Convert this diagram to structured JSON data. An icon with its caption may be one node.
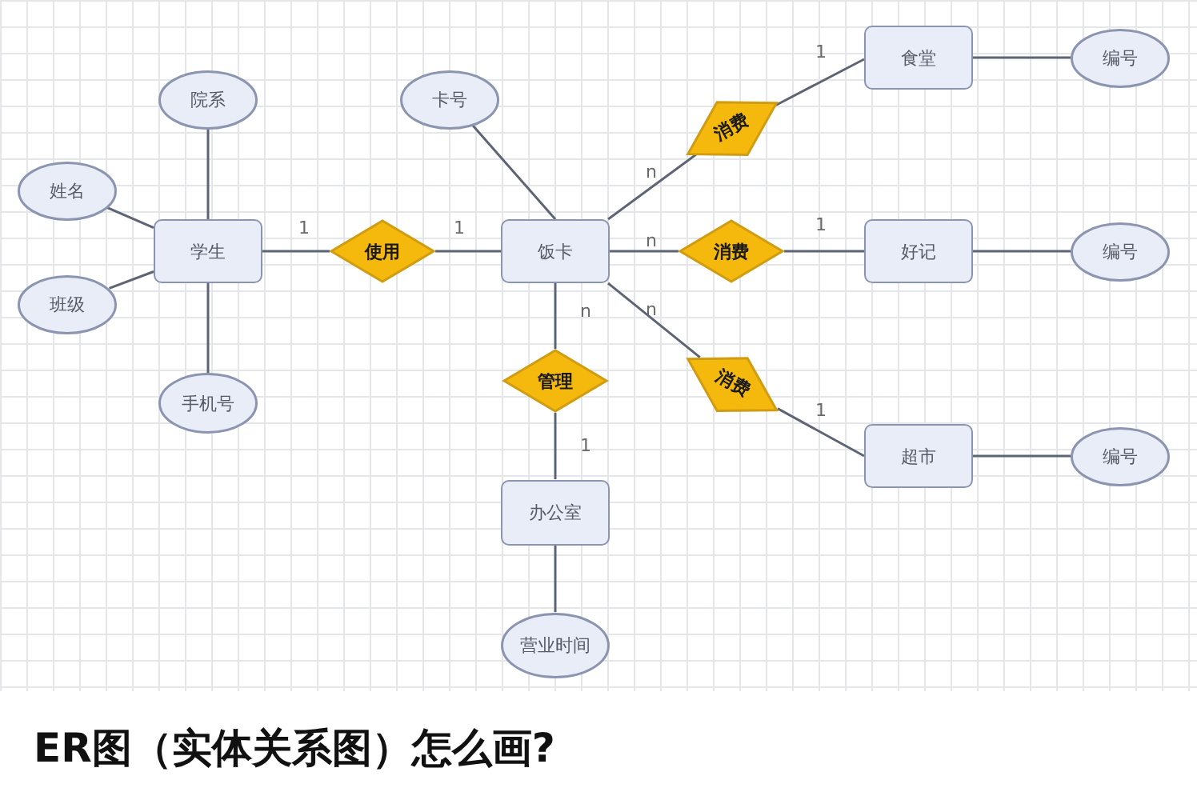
{
  "diagram": {
    "title": "ER图（实体关系图）怎么画?",
    "nodes": [
      {
        "text": [
          "院系"
        ]
      },
      {
        "text": [
          "卡号"
        ]
      },
      {
        "text": [
          "食堂"
        ]
      },
      {
        "text": [
          "编号"
        ]
      },
      {
        "text": [
          "消费"
        ]
      },
      {
        "text": [
          "姓名"
        ]
      },
      {
        "text": [
          "学生"
        ]
      },
      {
        "text": [
          "使用"
        ]
      },
      {
        "text": [
          "饭卡"
        ]
      },
      {
        "text": [
          "消费"
        ]
      },
      {
        "text": [
          "好记"
        ]
      },
      {
        "text": [
          "编号"
        ]
      },
      {
        "text": [
          "班级"
        ]
      },
      {
        "text": [
          "管理"
        ]
      },
      {
        "text": [
          "消费"
        ]
      },
      {
        "text": [
          "手机号"
        ]
      },
      {
        "text": [
          "超市"
        ]
      },
      {
        "text": [
          "编号"
        ]
      },
      {
        "text": [
          "办公室"
        ]
      },
      {
        "text": [
          "营业时间"
        ]
      }
    ],
    "edges": [
      {
        "from": 6,
        "to": 0,
        "arrow": "none"
      },
      {
        "from": 6,
        "to": 5,
        "arrow": "none"
      },
      {
        "from": 6,
        "to": 12,
        "arrow": "none"
      },
      {
        "from": 6,
        "to": 15,
        "arrow": "none"
      },
      {
        "from": 6,
        "to": 7,
        "arrow": "none",
        "label": "1"
      },
      {
        "from": 7,
        "to": 8,
        "arrow": "none",
        "label": "1"
      },
      {
        "from": 8,
        "to": 1,
        "arrow": "none"
      },
      {
        "from": 8,
        "to": 4,
        "arrow": "none",
        "label": "n"
      },
      {
        "from": 4,
        "to": 2,
        "arrow": "none",
        "label": "1"
      },
      {
        "from": 2,
        "to": 3,
        "arrow": "none"
      },
      {
        "from": 8,
        "to": 9,
        "arrow": "none",
        "label": "n"
      },
      {
        "from": 9,
        "to": 10,
        "arrow": "none",
        "label": "1"
      },
      {
        "from": 10,
        "to": 11,
        "arrow": "none"
      },
      {
        "from": 8,
        "to": 14,
        "arrow": "none",
        "label": "n"
      },
      {
        "from": 14,
        "to": 16,
        "arrow": "none",
        "label": "1"
      },
      {
        "from": 16,
        "to": 17,
        "arrow": "none"
      },
      {
        "from": 8,
        "to": 13,
        "arrow": "none",
        "label": "n"
      },
      {
        "from": 13,
        "to": 18,
        "arrow": "none",
        "label": "1"
      },
      {
        "from": 18,
        "to": 19,
        "arrow": "none"
      }
    ]
  }
}
